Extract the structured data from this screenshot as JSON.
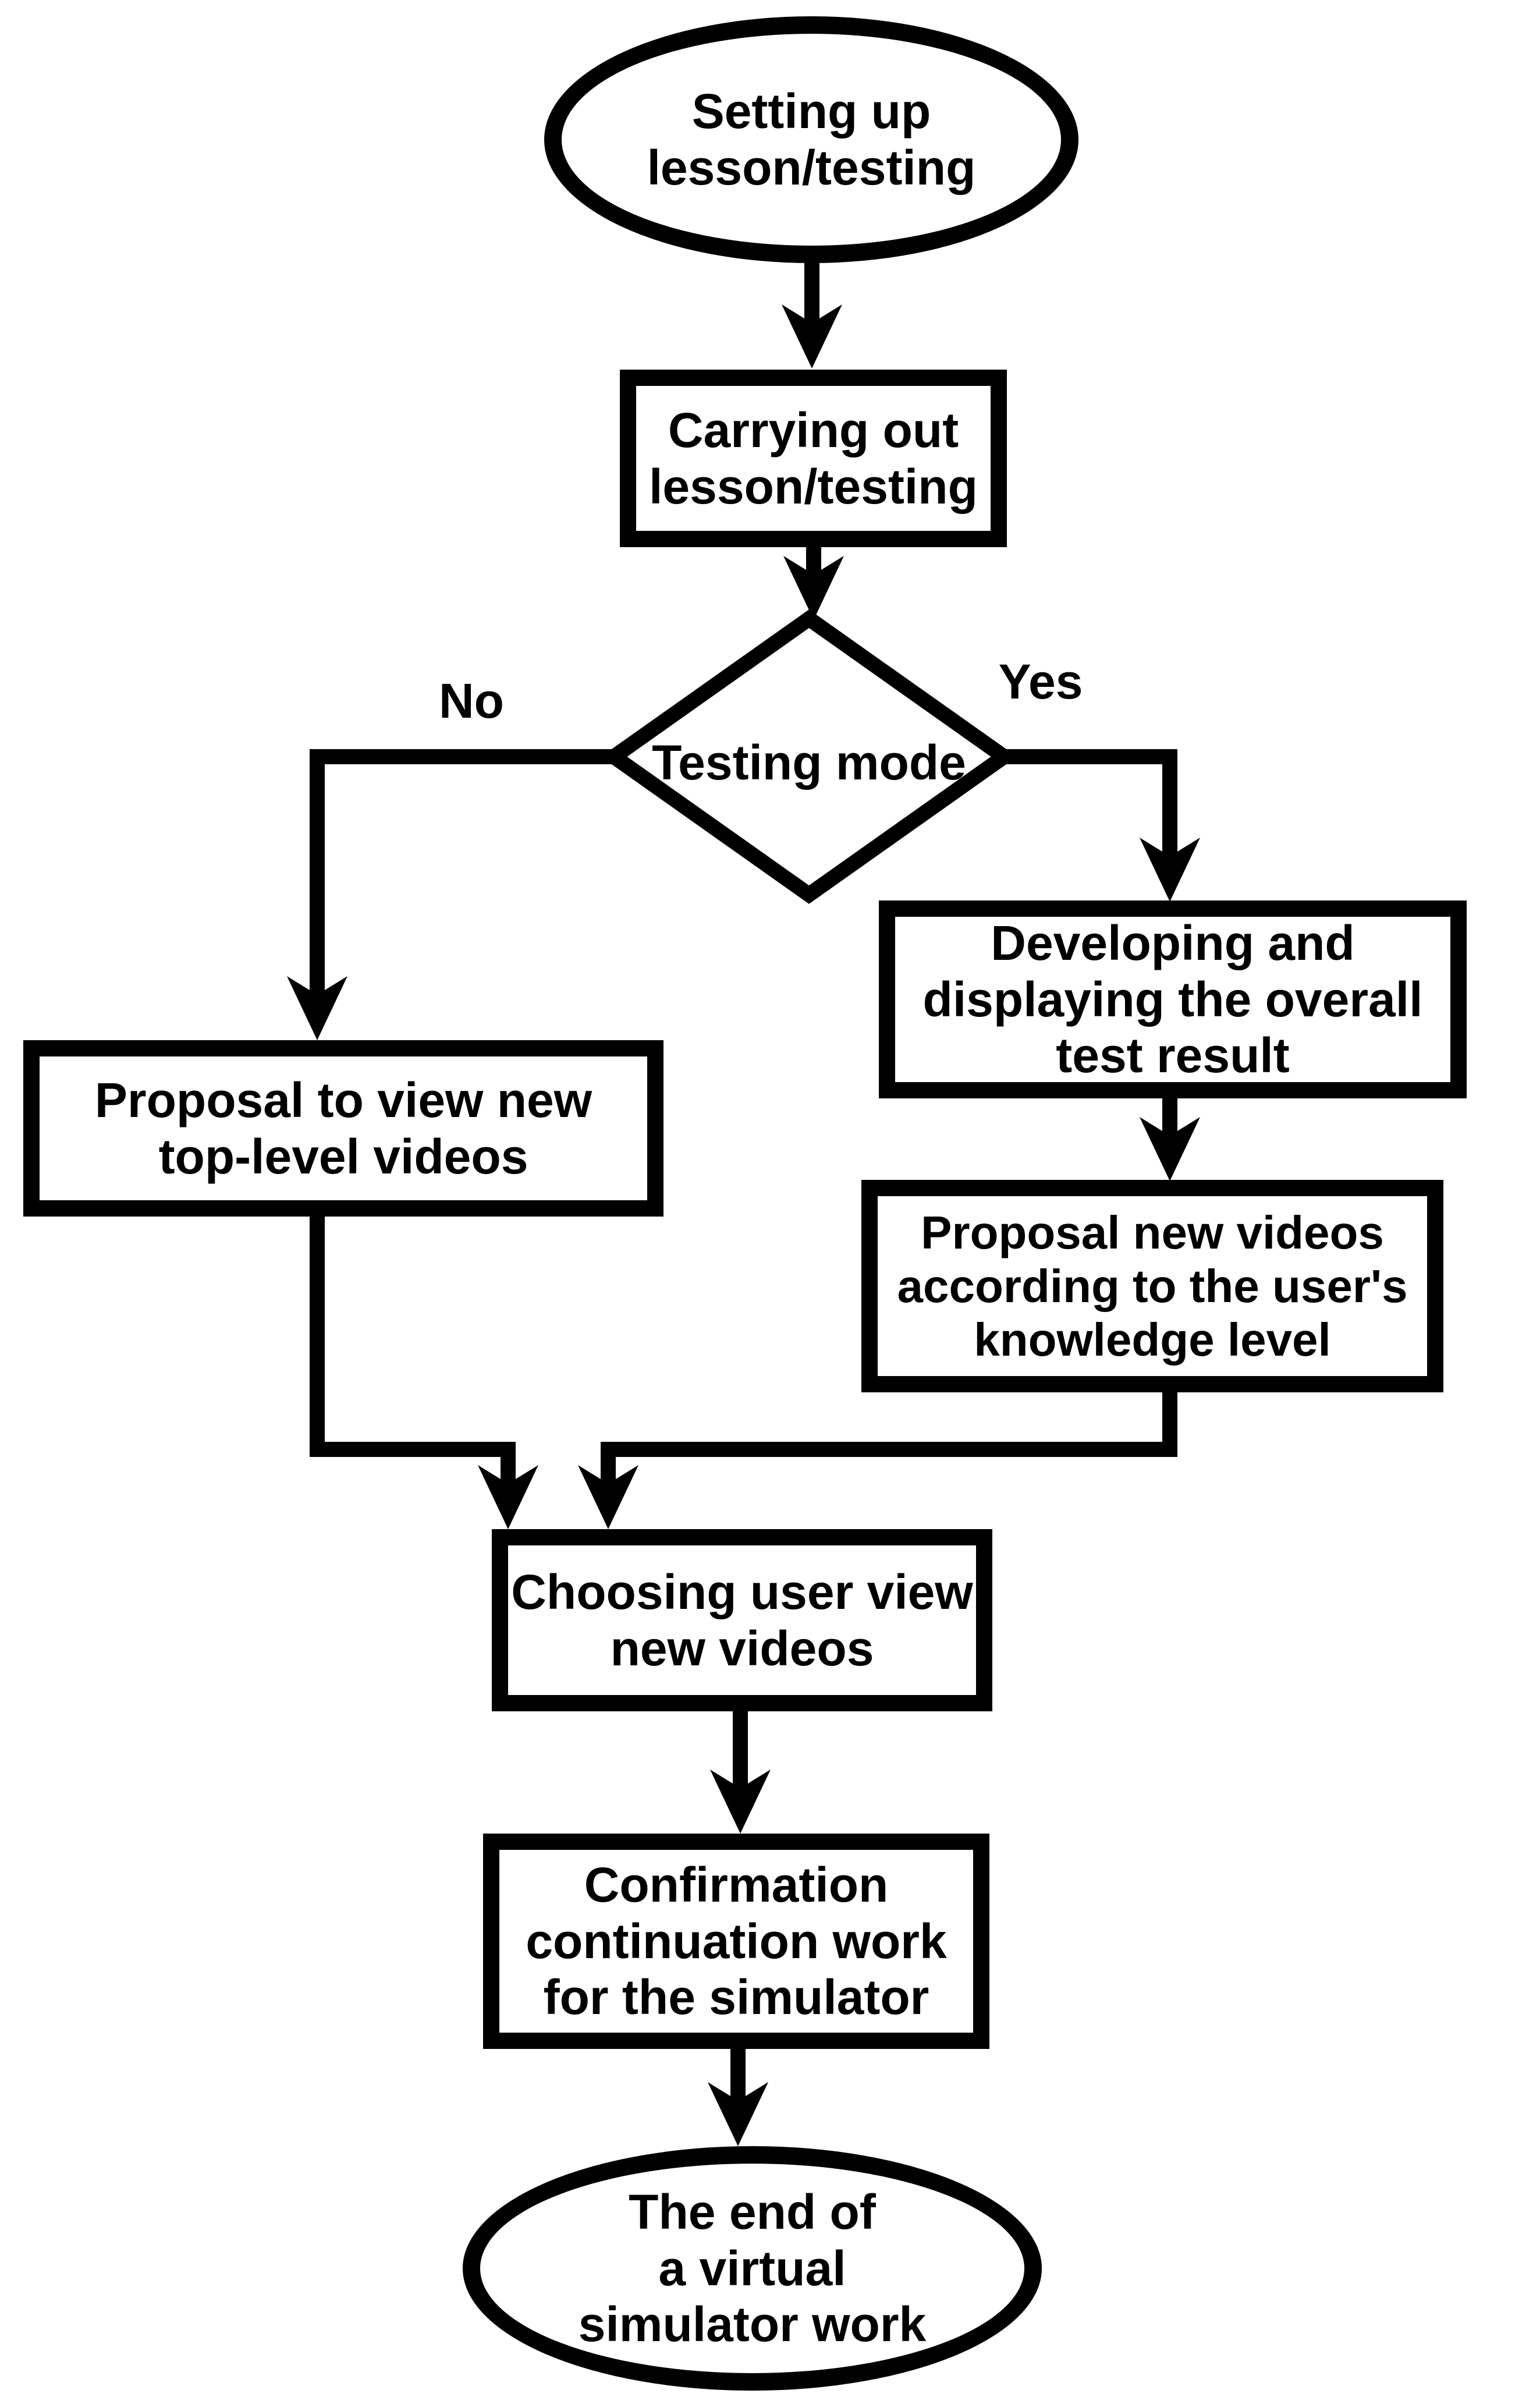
{
  "diagram": {
    "type": "flowchart",
    "background_color": "#ffffff",
    "line_color": "#000000",
    "nodes": [
      {
        "id": "start",
        "shape": "ellipse",
        "lines": [
          "Setting up",
          "lesson/testing"
        ]
      },
      {
        "id": "carrying-out",
        "shape": "rect",
        "lines": [
          "Carrying out",
          "lesson/testing"
        ]
      },
      {
        "id": "testing-mode",
        "shape": "diamond",
        "lines": [
          "Testing mode"
        ]
      },
      {
        "id": "proposal-top-level",
        "shape": "rect",
        "lines": [
          "Proposal to view new",
          "top-level videos"
        ]
      },
      {
        "id": "developing-result",
        "shape": "rect",
        "lines": [
          "Developing and",
          "displaying the overall",
          "test result"
        ]
      },
      {
        "id": "proposal-knowledge",
        "shape": "rect",
        "lines": [
          "Proposal new videos",
          "according to the user's",
          "knowledge level"
        ]
      },
      {
        "id": "choosing-videos",
        "shape": "rect",
        "lines": [
          "Choosing user view",
          "new videos"
        ]
      },
      {
        "id": "confirmation",
        "shape": "rect",
        "lines": [
          "Confirmation",
          "continuation work",
          "for the simulator"
        ]
      },
      {
        "id": "end",
        "shape": "ellipse",
        "lines": [
          "The end of",
          "a virtual",
          "simulator work"
        ]
      }
    ],
    "edges": [
      {
        "from": "start",
        "to": "carrying-out",
        "label": ""
      },
      {
        "from": "carrying-out",
        "to": "testing-mode",
        "label": ""
      },
      {
        "from": "testing-mode",
        "to": "proposal-top-level",
        "label": "No"
      },
      {
        "from": "testing-mode",
        "to": "developing-result",
        "label": "Yes"
      },
      {
        "from": "developing-result",
        "to": "proposal-knowledge",
        "label": ""
      },
      {
        "from": "proposal-top-level",
        "to": "choosing-videos",
        "label": ""
      },
      {
        "from": "proposal-knowledge",
        "to": "choosing-videos",
        "label": ""
      },
      {
        "from": "choosing-videos",
        "to": "confirmation",
        "label": ""
      },
      {
        "from": "confirmation",
        "to": "end",
        "label": ""
      }
    ]
  }
}
